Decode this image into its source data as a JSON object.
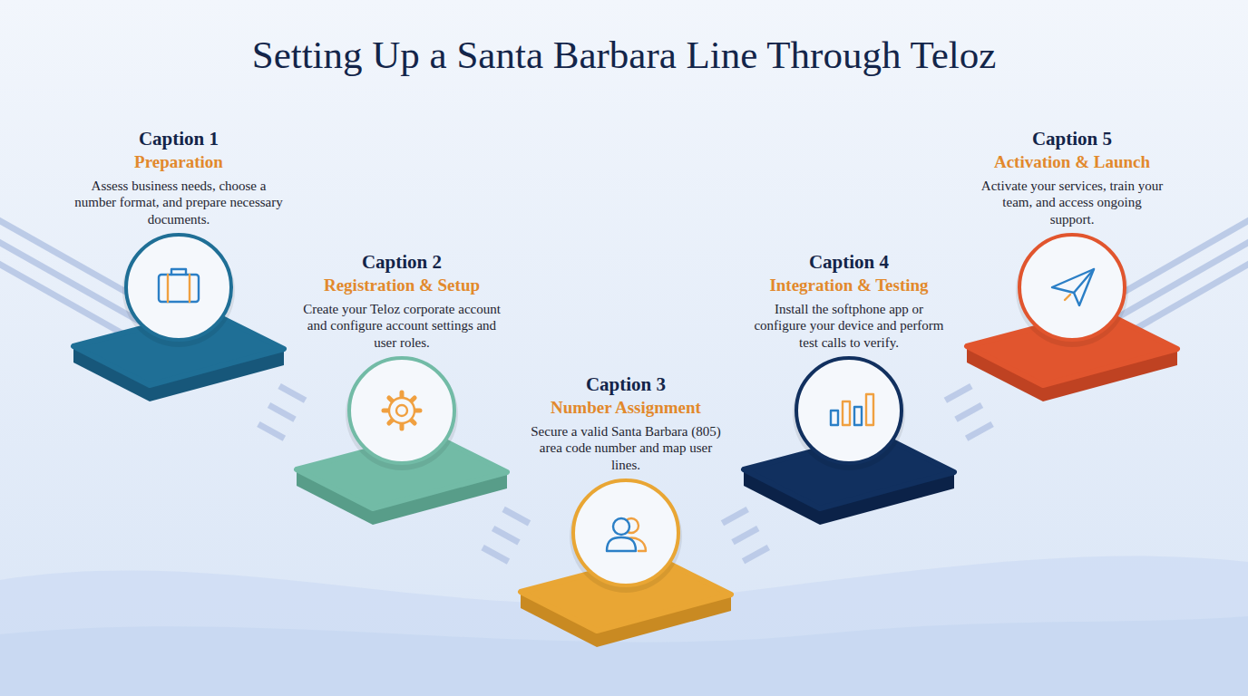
{
  "diagram": {
    "title": "Setting Up a Santa Barbara Line Through Teloz",
    "nodes": [
      {
        "text": [
          "Caption 1",
          "Preparation",
          "Assess business needs, choose a number format, and prepare necessary documents."
        ]
      },
      {
        "text": [
          "Caption 2",
          "Registration & Setup",
          "Create your Teloz corporate account and configure account settings and user roles."
        ]
      },
      {
        "text": [
          "Caption 3",
          "Number Assignment",
          "Secure a valid Santa Barbara (805) area code number and map user lines."
        ]
      },
      {
        "text": [
          "Caption 4",
          "Integration & Testing",
          "Install the softphone app or configure your device and perform test calls to verify."
        ]
      },
      {
        "text": [
          "Caption 5",
          "Activation & Launch",
          "Activate your services, train your team, and access ongoing support."
        ]
      }
    ],
    "edges": [
      {
        "from": 0,
        "to": 1,
        "arrow": "none"
      },
      {
        "from": 1,
        "to": 2,
        "arrow": "none"
      },
      {
        "from": 2,
        "to": 3,
        "arrow": "none"
      },
      {
        "from": 3,
        "to": 4,
        "arrow": "none"
      }
    ]
  }
}
